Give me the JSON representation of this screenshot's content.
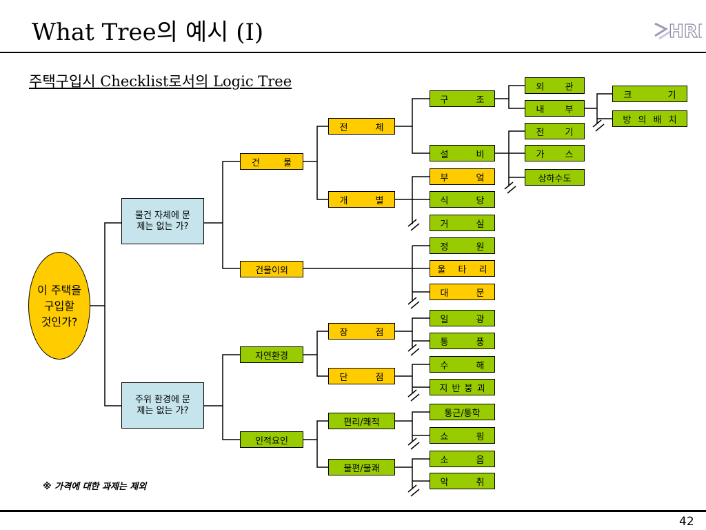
{
  "header": {
    "title": "What Tree의 예시 (I)",
    "logo_text": "HRD"
  },
  "subtitle": "주택구입시 Checklist로서의 Logic Tree",
  "root": "이 주택을\n구입할\n것인가?",
  "level1": {
    "property": "물건 자체에 문제는 없는 가?",
    "environment": "주위 환경에 문제는 없는 가?"
  },
  "level2": {
    "building": "건 물",
    "non_building": "건물이외",
    "nature": "자연환경",
    "human": "인적요인"
  },
  "level3": {
    "whole": "전 체",
    "individual": "개 별",
    "pros": "장 점",
    "cons": "단 점",
    "convenience": "편리/쾌적",
    "inconvenience": "불편/불쾌"
  },
  "level4": {
    "structure": "구 조",
    "facility": "설 비",
    "kitchen": "부 엌",
    "dining": "식 당",
    "living": "거 실",
    "garden": "정 원",
    "fence": "울 타 리",
    "gate": "대 문",
    "sunlight": "일 광",
    "ventilation": "통 풍",
    "flood": "수 해",
    "landslide": "지 반 붕 괴",
    "commute": "통근/통학",
    "shopping": "쇼 핑",
    "noise": "소 음",
    "odor": "악 취"
  },
  "level5": {
    "exterior": "외 관",
    "interior": "내 부",
    "electric": "전 기",
    "gas": "가 스",
    "water": "상하수도"
  },
  "level6": {
    "size": "크 기",
    "layout": "방 의 배 치"
  },
  "note": "※ 가격에 대한 과제는 제외",
  "page_number": "42"
}
